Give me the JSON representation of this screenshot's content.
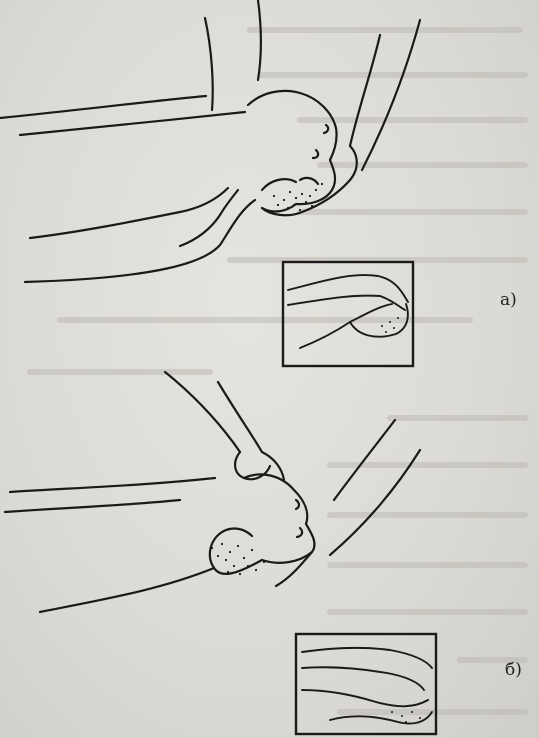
{
  "figures": [
    {
      "id": "a",
      "label": "a)"
    },
    {
      "id": "b",
      "label": "б)"
    }
  ],
  "colors": {
    "ink": "#1a1a1a",
    "paper": "#dedcd7",
    "bleed_text": "#b9b6b0"
  }
}
